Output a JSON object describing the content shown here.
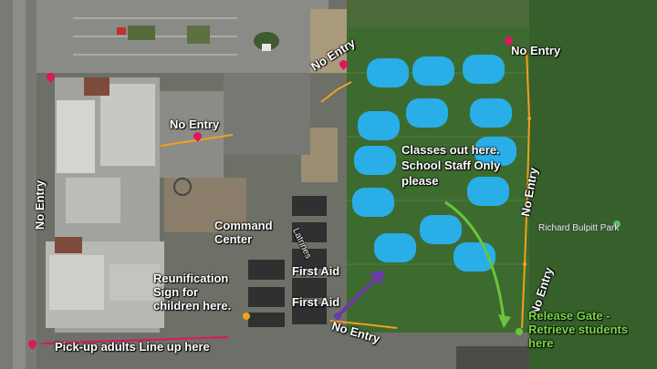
{
  "labels": {
    "no_entry_top_right": "No Entry",
    "no_entry_top_center": "No Entry",
    "no_entry_parking": "No Entry",
    "no_entry_left": "No Entry",
    "no_entry_field_right": "No Entry",
    "no_entry_field_lower_right": "No Entry",
    "no_entry_bottom": "No Entry",
    "classes_out": "Classes out here. School Staff Only please",
    "command_center": "Command Center",
    "latrines": "Latrines",
    "first_aid_1": "First Aid",
    "first_aid_2": "First Aid",
    "reunification": "Reunification Sign for children here.",
    "pickup": "Pick-up adults Line up here",
    "release_gate": "Release Gate - Retrieve students here",
    "park_name": "Richard Bulpitt Park"
  },
  "colors": {
    "class_blob": "#29aee8",
    "no_entry_line": "#f2a01d",
    "arrow_green": "#6cc43a",
    "arrow_purple": "#6a3aa8",
    "pin": "#e0155f",
    "release_text": "#7bd84a"
  },
  "icons": {
    "pin": "map-pin-icon",
    "park_marker": "location-marker-icon"
  }
}
